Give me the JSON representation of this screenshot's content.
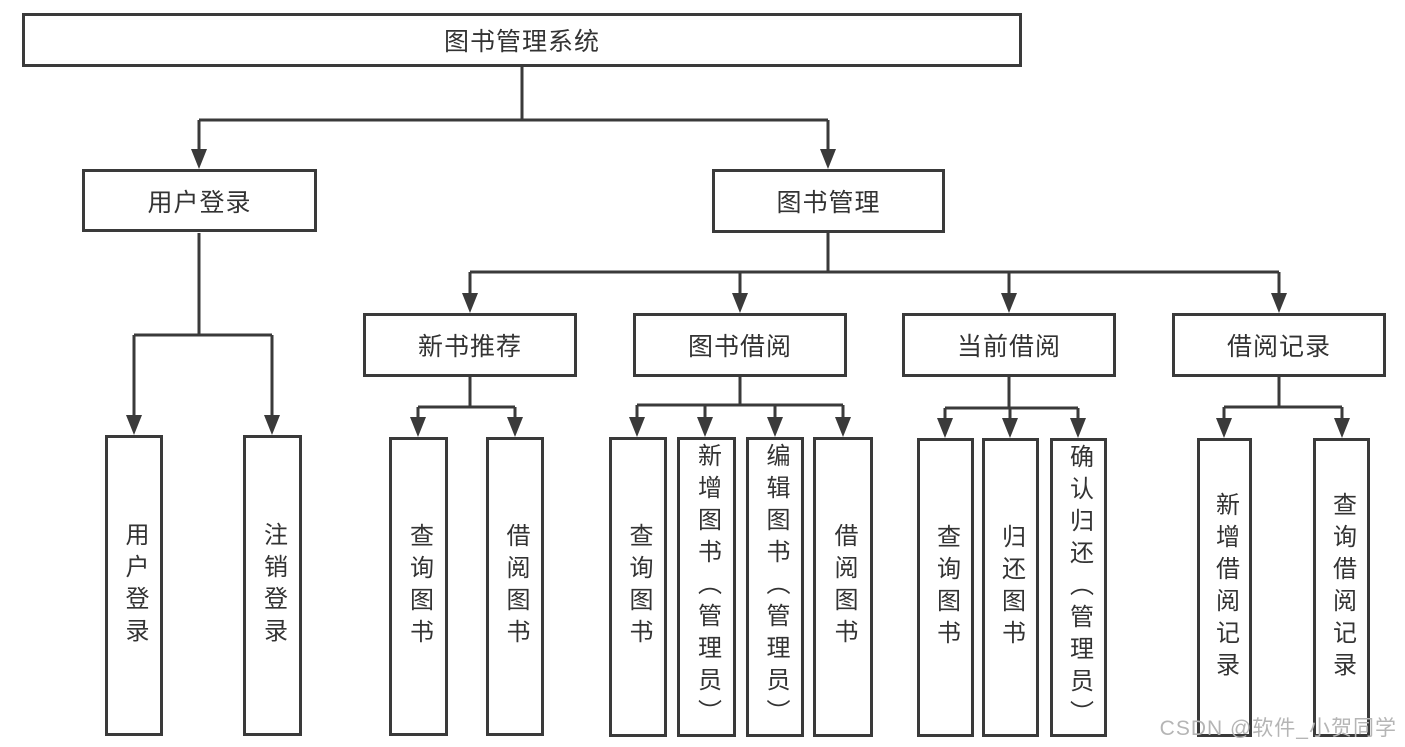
{
  "tree": {
    "root": {
      "label": "图书管理系统"
    },
    "user_login": {
      "label": "用户登录",
      "children": [
        {
          "label": "用户登录"
        },
        {
          "label": "注销登录"
        }
      ]
    },
    "book_mgmt": {
      "label": "图书管理"
    },
    "new_book_rec": {
      "label": "新书推荐",
      "children": [
        {
          "label": "查询图书"
        },
        {
          "label": "借阅图书"
        }
      ]
    },
    "book_borrow": {
      "label": "图书借阅",
      "children": [
        {
          "label": "查询图书"
        },
        {
          "label": "新增图书（管理员）"
        },
        {
          "label": "编辑图书（管理员）"
        },
        {
          "label": "借阅图书"
        }
      ]
    },
    "current_borrow": {
      "label": "当前借阅",
      "children": [
        {
          "label": "查询图书"
        },
        {
          "label": "归还图书"
        },
        {
          "label": "确认归还（管理员）"
        }
      ]
    },
    "borrow_records": {
      "label": "借阅记录",
      "children": [
        {
          "label": "新增借阅记录"
        },
        {
          "label": "查询借阅记录"
        }
      ]
    }
  },
  "watermark": "CSDN @软件_小贺同学",
  "colors": {
    "line": "#3a3a3a",
    "text": "#333333",
    "watermark": "#b5b5b5",
    "background": "#ffffff"
  }
}
